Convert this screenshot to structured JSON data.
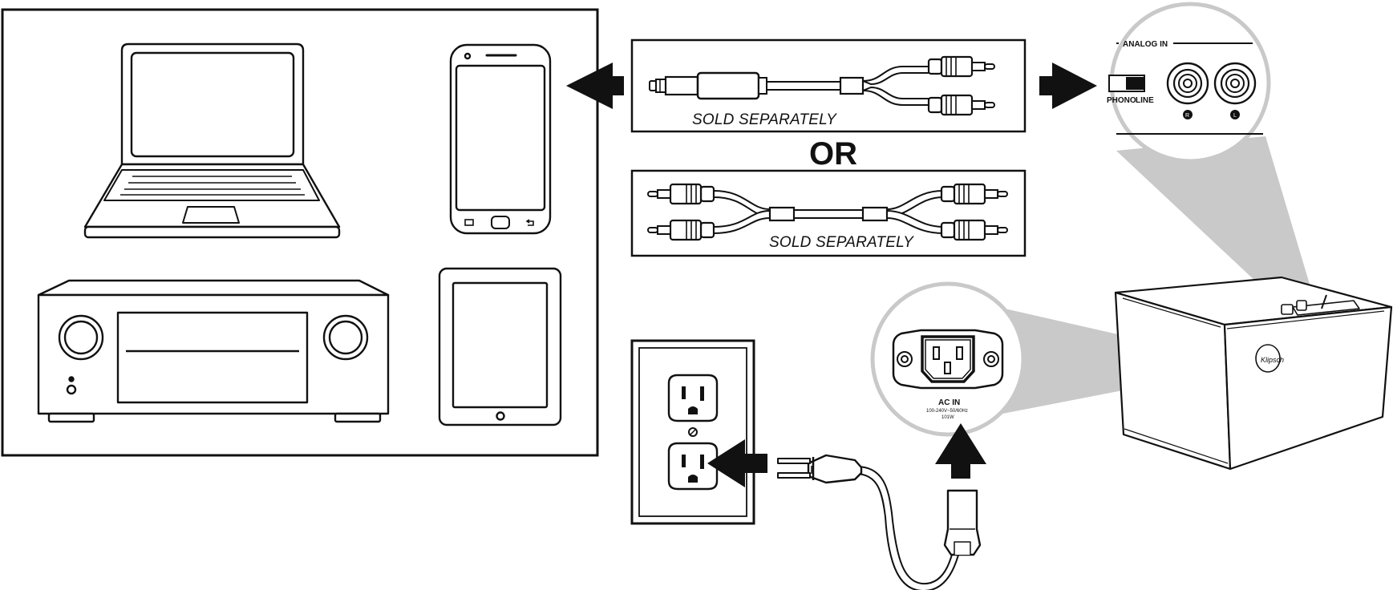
{
  "cable_label_1": "SOLD SEPARATELY",
  "cable_label_2": "SOLD SEPARATELY",
  "or_label": "OR",
  "panel": {
    "analog_in": "ANALOG IN",
    "phono": "PHONO",
    "line": "LINE",
    "jack_r": "R",
    "jack_l": "L"
  },
  "ac_in": {
    "title": "AC IN",
    "spec": "100-240V~50/60Hz",
    "power": "101W"
  },
  "colors": {
    "ink": "#111111",
    "zoom": "#c9c9c9",
    "background": "#ffffff"
  }
}
